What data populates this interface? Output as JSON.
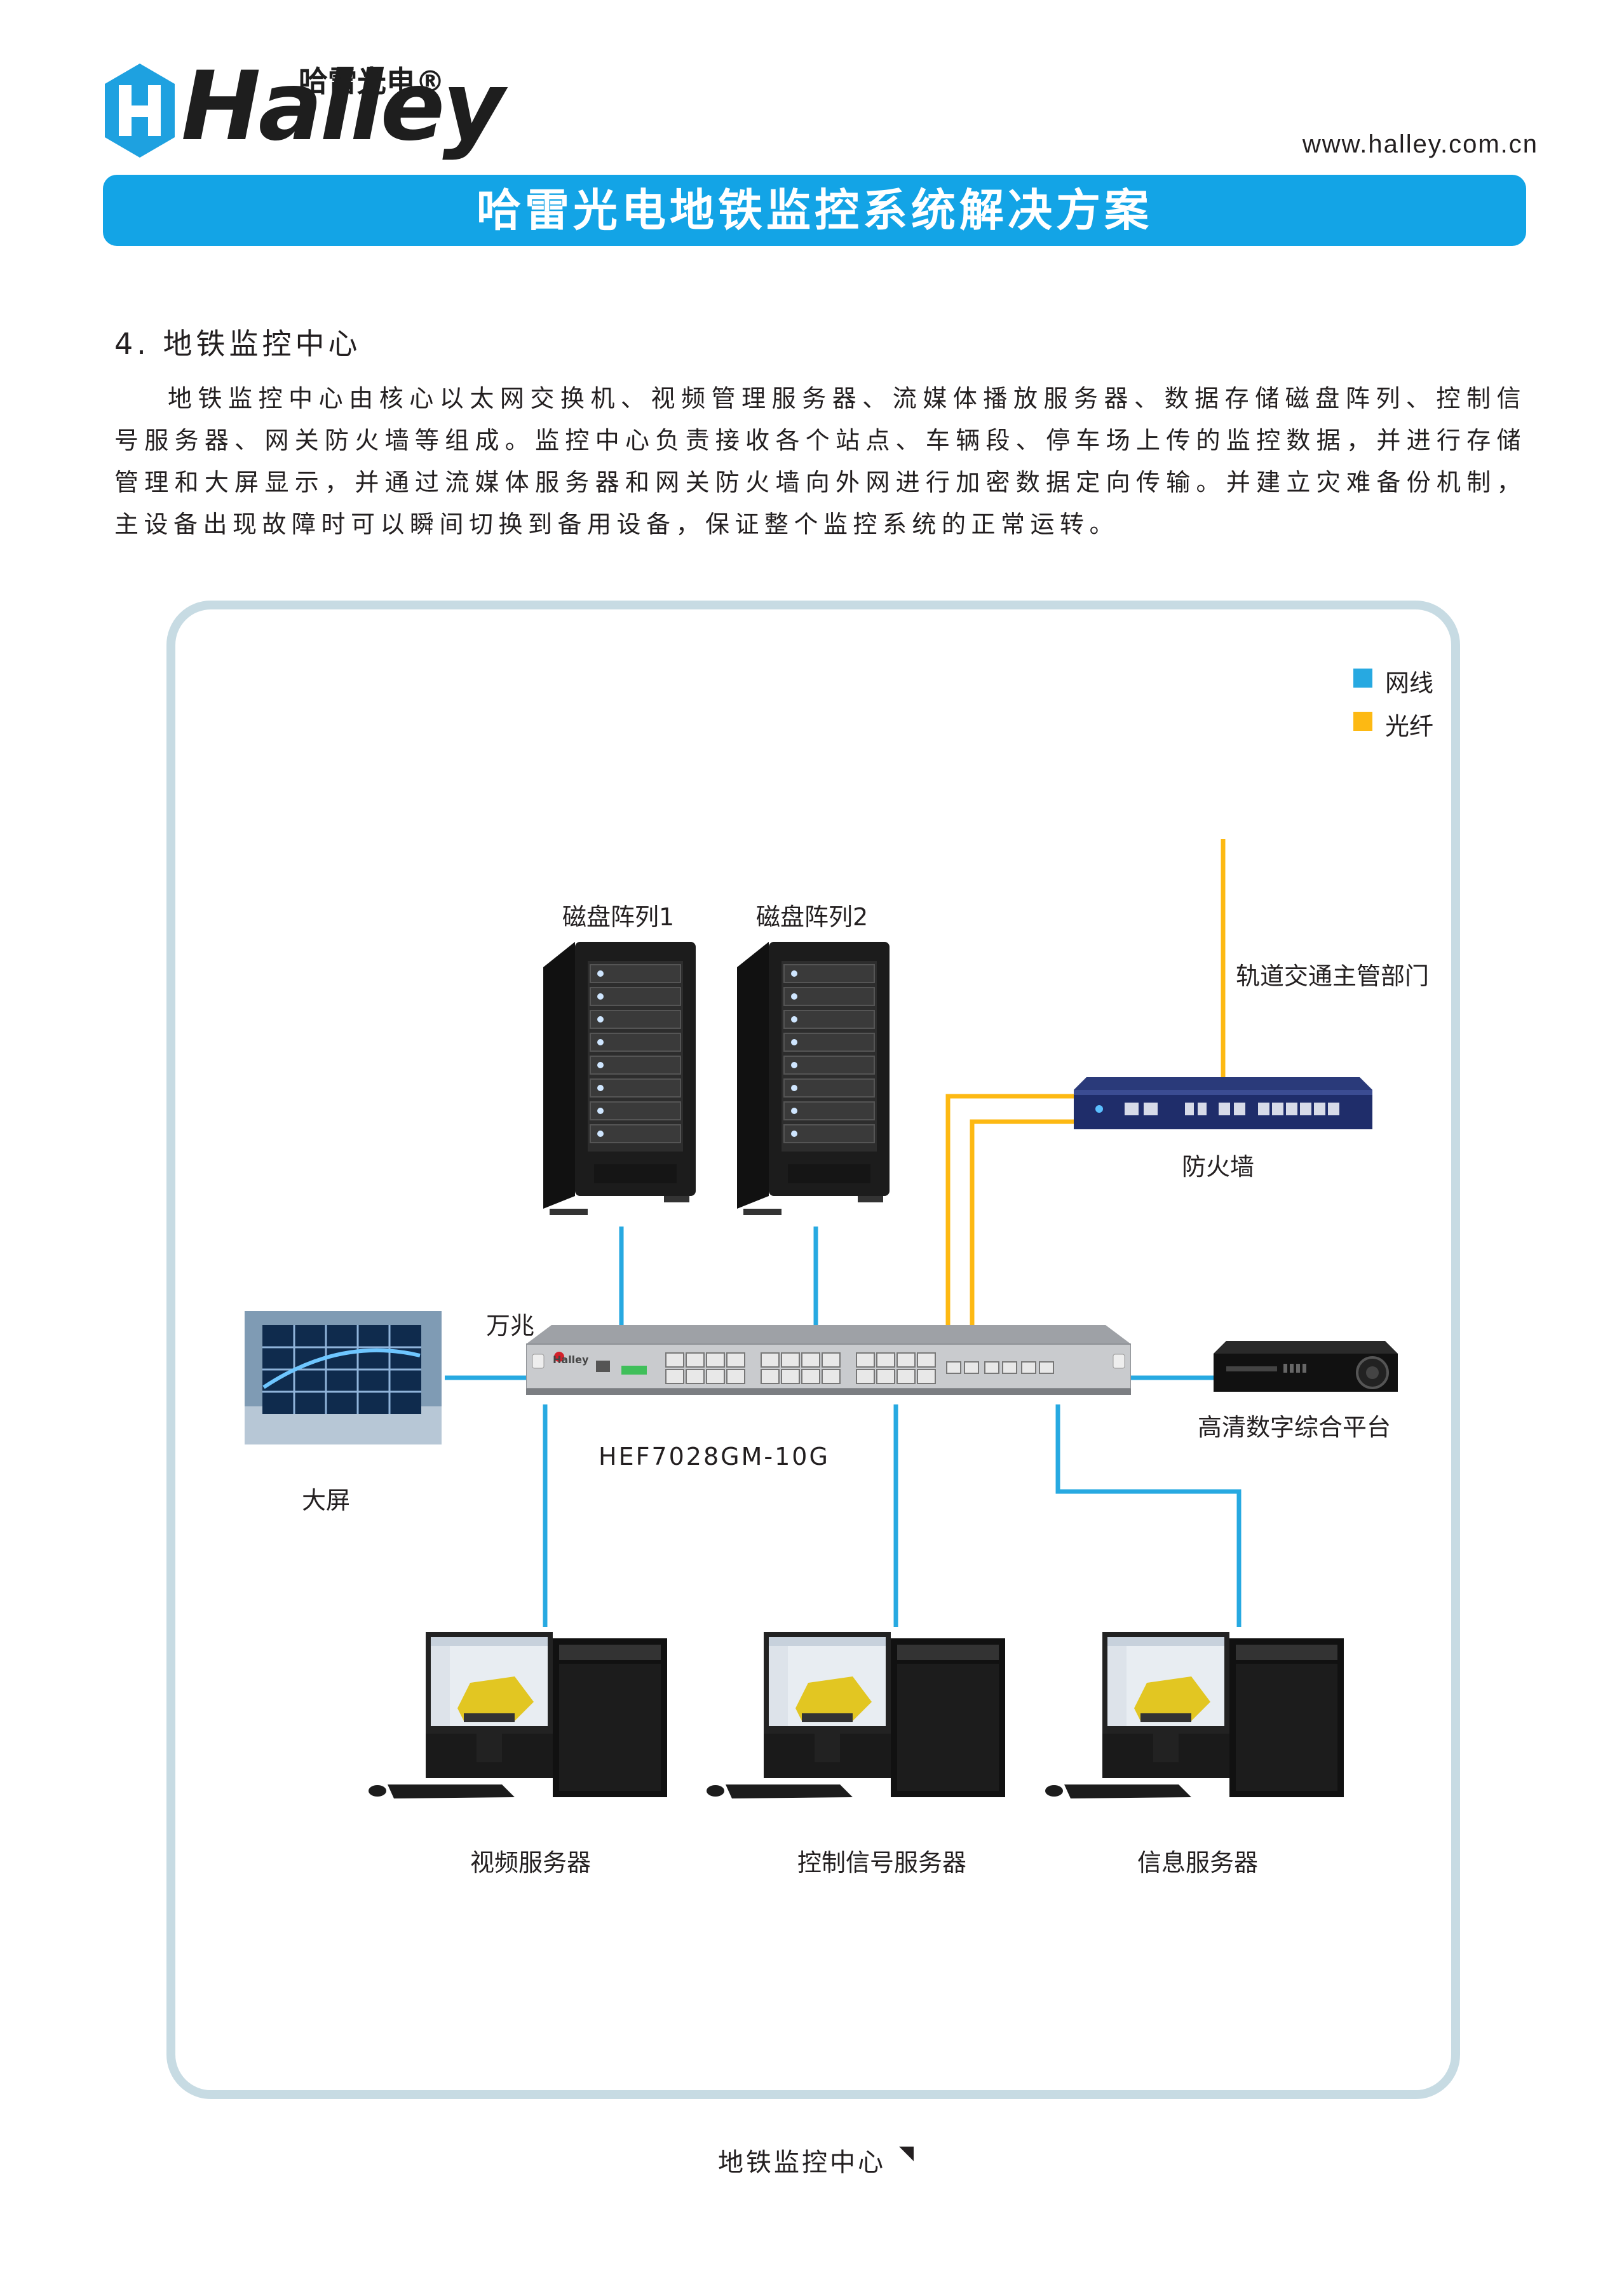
{
  "header": {
    "brand_word": "Halley",
    "brand_cn": "哈雷光电®",
    "url": "www.halley.com.cn",
    "banner_title": "哈雷光电地铁监控系统解决方案"
  },
  "section": {
    "title": "4.  地铁监控中心",
    "paragraph": "地铁监控中心由核心以太网交换机、视频管理服务器、流媒体播放服务器、数据存储磁盘阵列、控制信号服务器、网关防火墙等组成。监控中心负责接收各个站点、车辆段、停车场上传的监控数据，并进行存储管理和大屏显示，并通过流媒体服务器和网关防火墙向外网进行加密数据定向传输。并建立灾难备份机制，主设备出现故障时可以瞬间切换到备用设备，保证整个监控系统的正常运转。"
  },
  "legend": {
    "items": [
      {
        "label": "网线",
        "color": "#27a9e1"
      },
      {
        "label": "光纤",
        "color": "#fdb913"
      }
    ]
  },
  "diagram": {
    "disk1_label": "磁盘阵列1",
    "disk2_label": "磁盘阵列2",
    "rail_label": "轨道交通主管部门",
    "firewall_label": "防火墙",
    "ten_g_label": "万兆",
    "switch_label": "HEF7028GM-10G",
    "screen_label": "大屏",
    "nvr_label": "高清数字综合平台",
    "server1_label": "视频服务器",
    "server2_label": "控制信号服务器",
    "server3_label": "信息服务器",
    "switch_brand": "Halley"
  },
  "caption": "地铁监控中心",
  "colors": {
    "brand_blue": "#13a4e6",
    "net_cable": "#27a9e1",
    "fiber": "#fdb913",
    "frame": "#c7dbe3"
  }
}
